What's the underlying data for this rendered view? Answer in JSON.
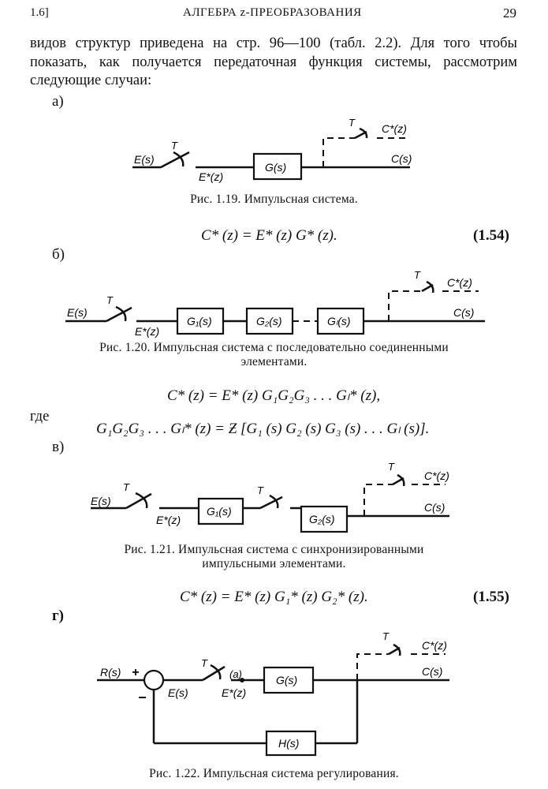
{
  "header": {
    "section": "1.6]",
    "title": "АЛГЕБРА z-ПРЕОБРАЗОВАНИЯ",
    "page_number": "29"
  },
  "intro_text": "видов структур приведена на стр. 96—100 (табл. 2.2). Для того чтобы показать, как получается передаточная функция системы, рассмотрим следующие случаи:",
  "cases": {
    "a": "а)",
    "b": "б)",
    "c": "в)",
    "d": "г)"
  },
  "fig19": {
    "input": "E(s)",
    "sampler": "T",
    "sampled": "E*(z)",
    "block": "G(s)",
    "out_sampler": "T",
    "out_sampled": "C*(z)",
    "output": "C(s)",
    "caption": "Рис. 1.19. Импульсная система."
  },
  "eq154": {
    "text": "C* (z) = E* (z) G* (z).",
    "number": "(1.54)"
  },
  "fig20": {
    "input": "E(s)",
    "sampler": "T",
    "sampled": "E*(z)",
    "block1": "G₁(s)",
    "block2": "G₂(s)",
    "block3": "Gₗ(s)",
    "out_sampler": "T",
    "out_sampled": "C*(z)",
    "output": "C(s)",
    "caption_line1": "Рис. 1.20. Импульсная система с последовательно соединенными",
    "caption_line2": "элементами."
  },
  "eq_chain": {
    "text": "C* (z) = E* (z) G₁G₂G₃ . . . Gₗ* (z),"
  },
  "where_label": "где",
  "eq_where": {
    "text": "G₁G₂G₃ . . . Gₗ* (z) = Ƶ [G₁ (s) G₂ (s) G₃ (s) . . . Gₗ (s)]."
  },
  "fig21": {
    "input": "E(s)",
    "sampler1": "T",
    "sampled": "E*(z)",
    "block1": "G₁(s)",
    "sampler2": "T",
    "block2": "G₂(s)",
    "out_sampler": "T",
    "out_sampled": "C*(z)",
    "output": "C(s)",
    "caption_line1": "Рис. 1.21. Импульсная система с синхронизированными",
    "caption_line2": "импульсными элементами."
  },
  "eq155": {
    "text": "C* (z) = E* (z) G₁* (z) G₂* (z).",
    "number": "(1.55)"
  },
  "fig22": {
    "input": "R(s)",
    "plus": "+",
    "minus": "−",
    "error": "E(s)",
    "sampler": "T",
    "point_a": "(a)",
    "sampled": "E*(z)",
    "block": "G(s)",
    "feedback": "H(s)",
    "out_sampler": "T",
    "out_sampled": "C*(z)",
    "output": "C(s)",
    "caption": "Рис. 1.22. Импульсная система регулирования."
  }
}
